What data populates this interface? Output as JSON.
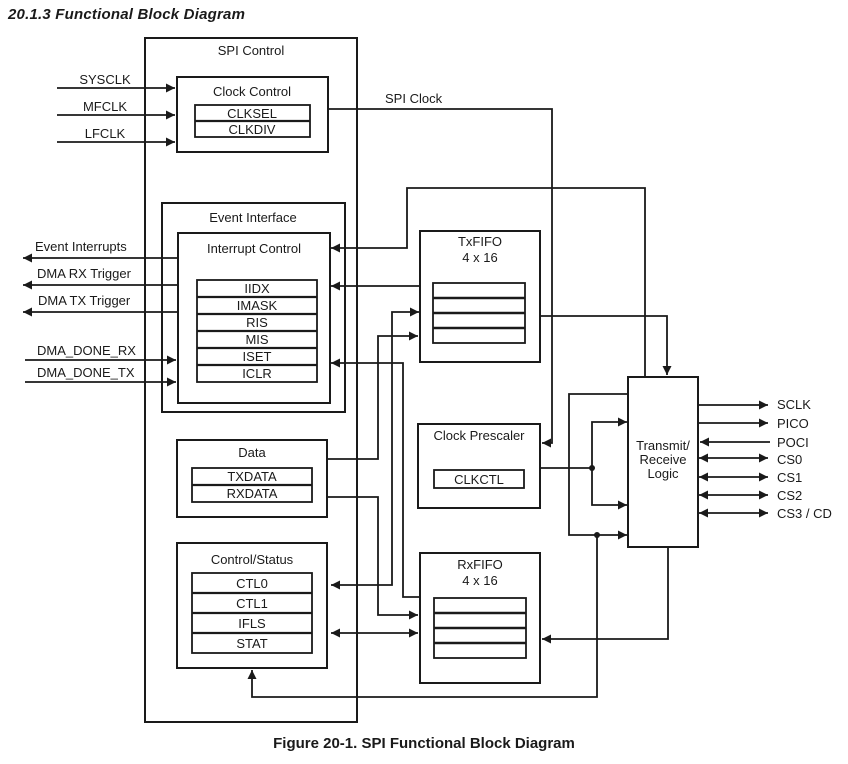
{
  "page": {
    "heading": "20.1.3 Functional Block Diagram",
    "caption": "Figure 20-1. SPI Functional Block Diagram"
  },
  "colors": {
    "line": "#1a1a1a",
    "text": "#1a1a1a",
    "background": "#ffffff"
  },
  "blocks": {
    "spi_control": {
      "title": "SPI Control"
    },
    "clock_control": {
      "title": "Clock Control",
      "registers": [
        "CLKSEL",
        "CLKDIV"
      ]
    },
    "event_interface": {
      "title": "Event Interface"
    },
    "interrupt_control": {
      "title": "Interrupt Control",
      "registers": [
        "IIDX",
        "IMASK",
        "RIS",
        "MIS",
        "ISET",
        "ICLR"
      ]
    },
    "data": {
      "title": "Data",
      "registers": [
        "TXDATA",
        "RXDATA"
      ]
    },
    "control_status": {
      "title": "Control/Status",
      "registers": [
        "CTL0",
        "CTL1",
        "IFLS",
        "STAT"
      ]
    },
    "tx_fifo": {
      "title": "TxFIFO",
      "size": "4 x 16"
    },
    "clock_prescaler": {
      "title": "Clock Prescaler",
      "registers": [
        "CLKCTL"
      ]
    },
    "rx_fifo": {
      "title": "RxFIFO",
      "size": "4 x 16"
    },
    "transmit_receive_logic": {
      "line1": "Transmit/",
      "line2": "Receive",
      "line3": "Logic"
    }
  },
  "signals": {
    "spi_clock": "SPI Clock",
    "clock_inputs": [
      "SYSCLK",
      "MFCLK",
      "LFCLK"
    ],
    "event_outputs": [
      "Event Interrupts",
      "DMA RX Trigger",
      "DMA TX Trigger"
    ],
    "dma_inputs": [
      "DMA_DONE_RX",
      "DMA_DONE_TX"
    ],
    "io_right": [
      "SCLK",
      "PICO",
      "POCI",
      "CS0",
      "CS1",
      "CS2",
      "CS3 / CD"
    ]
  }
}
